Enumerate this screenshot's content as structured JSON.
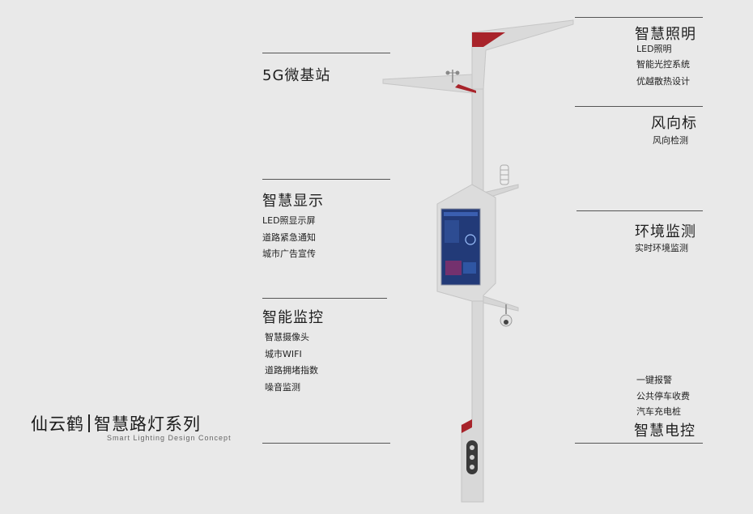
{
  "brand": {
    "name": "仙云鹤",
    "series": "智慧路灯系列",
    "subtitle": "Smart Lighting Design Concept"
  },
  "left_features": [
    {
      "title": "5G微基站",
      "items": []
    },
    {
      "title": "智慧显示",
      "items": [
        "LED照显示屏",
        "道路紧急通知",
        "城市广告宣传"
      ]
    },
    {
      "title": "智能监控",
      "items": [
        "智慧摄像头",
        "城市WIFI",
        "道路拥堵指数",
        "噪音监测"
      ]
    }
  ],
  "right_features": [
    {
      "title": "智慧照明",
      "items": [
        "LED照明",
        "智能光控系统",
        "优越散热设计"
      ]
    },
    {
      "title": "风向标",
      "items": [
        "风向检测"
      ]
    },
    {
      "title": "环境监测",
      "items": [
        "实时环境监测"
      ]
    },
    {
      "title": "智慧电控",
      "items": [
        "一键报警",
        "公共停车收费",
        "汽车充电桩"
      ]
    }
  ],
  "colors": {
    "accent": "#a8232a",
    "pole": "#d9d9d9",
    "screen": "#223a78",
    "background": "#e9e9e9"
  },
  "icons": [
    "antenna-icon",
    "wind-vane-icon",
    "weather-sensor-icon",
    "camera-icon",
    "charging-socket-icon"
  ]
}
